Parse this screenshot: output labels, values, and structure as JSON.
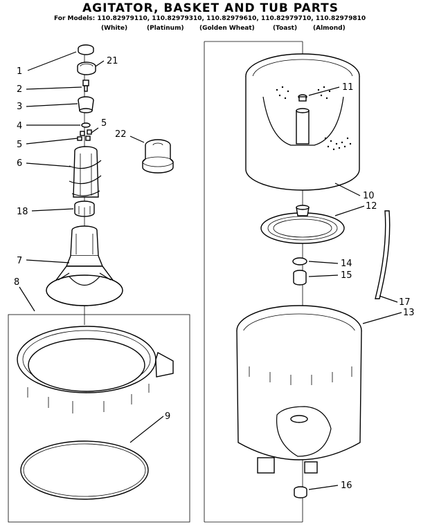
{
  "title": "AGITATOR, BASKET AND TUB PARTS",
  "models_line": "For Models: 110.82979110, 110.82979310, 110.82979610, 110.82979710, 110.82979810",
  "colors": [
    "(White)",
    "(Platinum)",
    "(Golden Wheat)",
    "(Toast)",
    "(Almond)"
  ],
  "callouts": {
    "c1": "1",
    "c21": "21",
    "c2": "2",
    "c3": "3",
    "c4": "4",
    "c5a": "5",
    "c5b": "5",
    "c22": "22",
    "c6": "6",
    "c18": "18",
    "c7": "7",
    "c8": "8",
    "c9": "9",
    "c11": "11",
    "c10": "10",
    "c12": "12",
    "c14": "14",
    "c15": "15",
    "c17": "17",
    "c13": "13",
    "c16": "16"
  }
}
